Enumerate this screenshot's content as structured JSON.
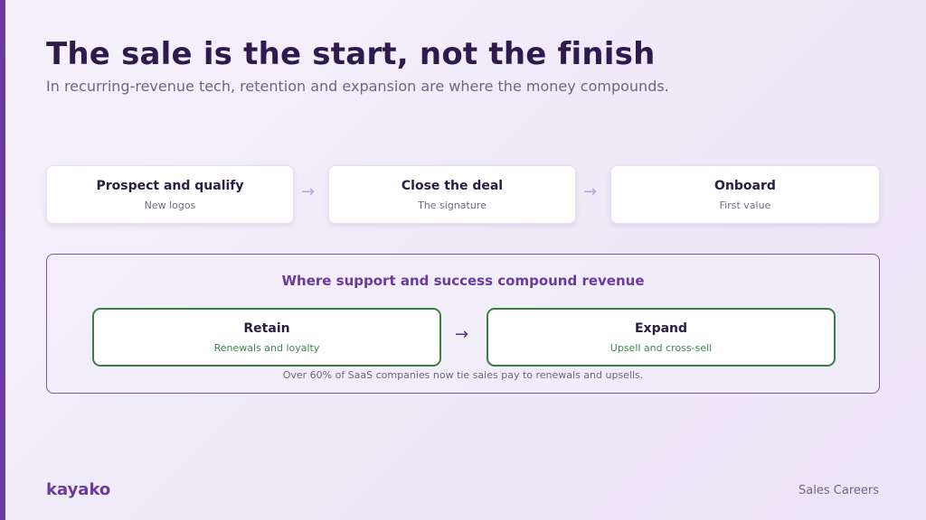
{
  "header": {
    "title": "The sale is the start, not the finish",
    "subtitle": "In recurring-revenue tech, retention and expansion are where the money compounds."
  },
  "pipeline": {
    "stages": [
      {
        "title": "Prospect and qualify",
        "subtitle": "New logos"
      },
      {
        "title": "Close the deal",
        "subtitle": "The signature"
      },
      {
        "title": "Onboard",
        "subtitle": "First value"
      }
    ],
    "arrow": "→"
  },
  "panel": {
    "title": "Where support and success compound revenue",
    "stages": [
      {
        "title": "Retain",
        "subtitle": "Renewals and loyalty"
      },
      {
        "title": "Expand",
        "subtitle": "Upsell and cross-sell"
      }
    ],
    "arrow": "→",
    "footnote": "Over 60% of SaaS companies now tie sales pay to renewals and upsells."
  },
  "footer": {
    "logo": "kayako",
    "right_label": "Sales Careers"
  },
  "colors": {
    "accent": "#6a3aa0",
    "success": "#3b7d45"
  }
}
